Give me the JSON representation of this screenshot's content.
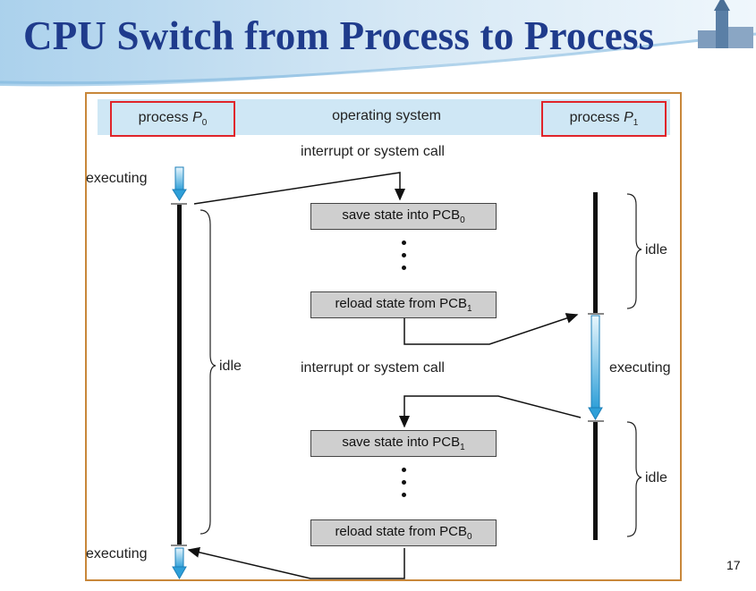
{
  "slide": {
    "title": "CPU Switch from Process to Process",
    "page_number": "17"
  },
  "diagram": {
    "process0_label": "process P",
    "process0_sub": "0",
    "os_label": "operating system",
    "process1_label": "process P",
    "process1_sub": "1",
    "interrupt_top": "interrupt or system call",
    "interrupt_middle": "interrupt or system call",
    "executing_top_left": "executing",
    "executing_bottom_left": "executing",
    "executing_right": "executing",
    "idle_left": "idle",
    "idle_right_top": "idle",
    "idle_right_bottom": "idle",
    "box1_text": "save state into PCB",
    "box1_sub": "0",
    "box2_text": "reload state from PCB",
    "box2_sub": "1",
    "box3_text": "save state into PCB",
    "box3_sub": "1",
    "box4_text": "reload state from PCB",
    "box4_sub": "0",
    "highlight_color": "#e0242a",
    "header_band_color": "#cfe7f5",
    "frame_color": "#c8873a",
    "title_color": "#1f3b8c",
    "executing_arrow_color": "#2e9fd8"
  }
}
